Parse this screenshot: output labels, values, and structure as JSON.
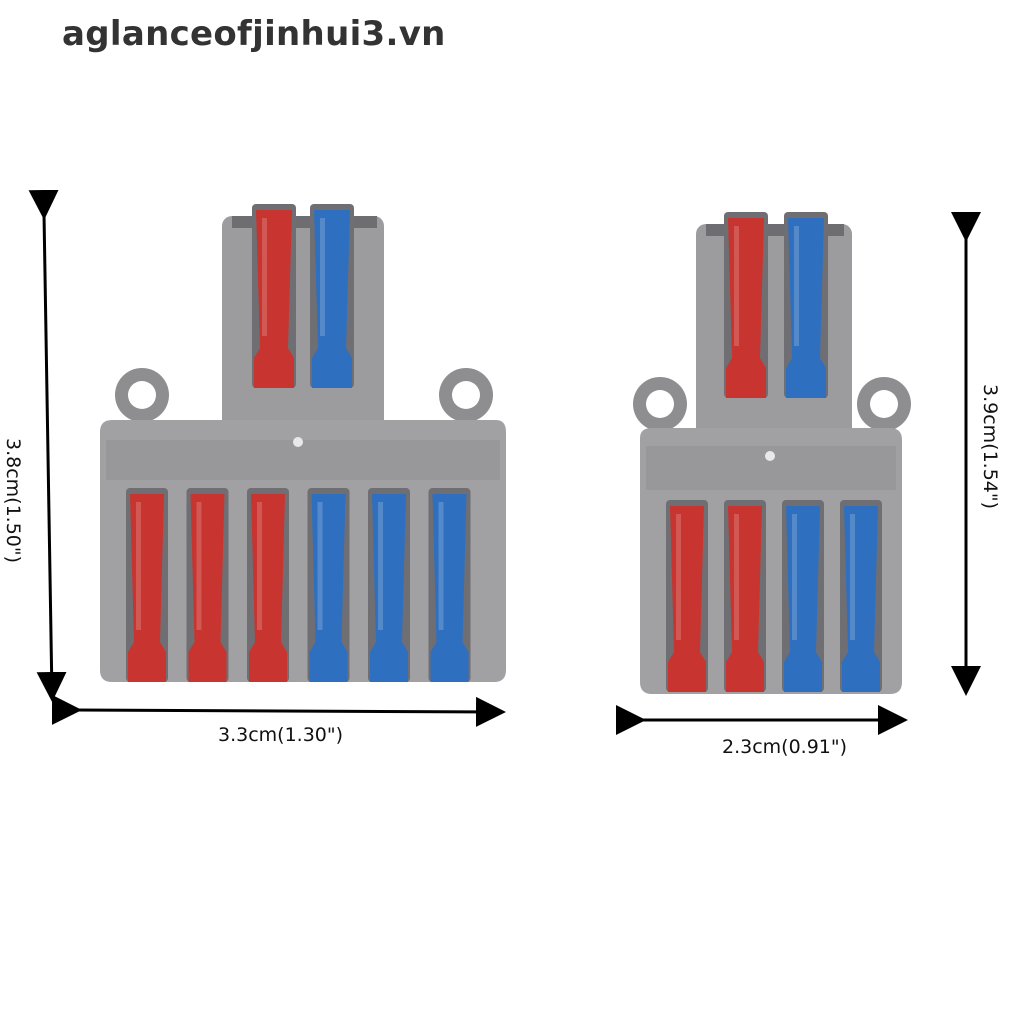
{
  "watermark": "aglanceofjinhui3.vn",
  "left_connector": {
    "width_label": "3.3cm(1.30\")",
    "height_label": "3.8cm(1.50\")",
    "top_levers": [
      "red",
      "blue"
    ],
    "bottom_levers": [
      "red",
      "red",
      "red",
      "blue",
      "blue",
      "blue"
    ]
  },
  "right_connector": {
    "width_label": "2.3cm(0.91\")",
    "height_label": "3.9cm(1.54\")",
    "top_levers": [
      "red",
      "blue"
    ],
    "bottom_levers": [
      "red",
      "red",
      "blue",
      "blue"
    ]
  },
  "colors": {
    "housing": "#9a9a9c",
    "housing_dark": "#7d7d80",
    "red": "#c8342f",
    "blue": "#2f6fbf",
    "arrow": "#000000"
  }
}
